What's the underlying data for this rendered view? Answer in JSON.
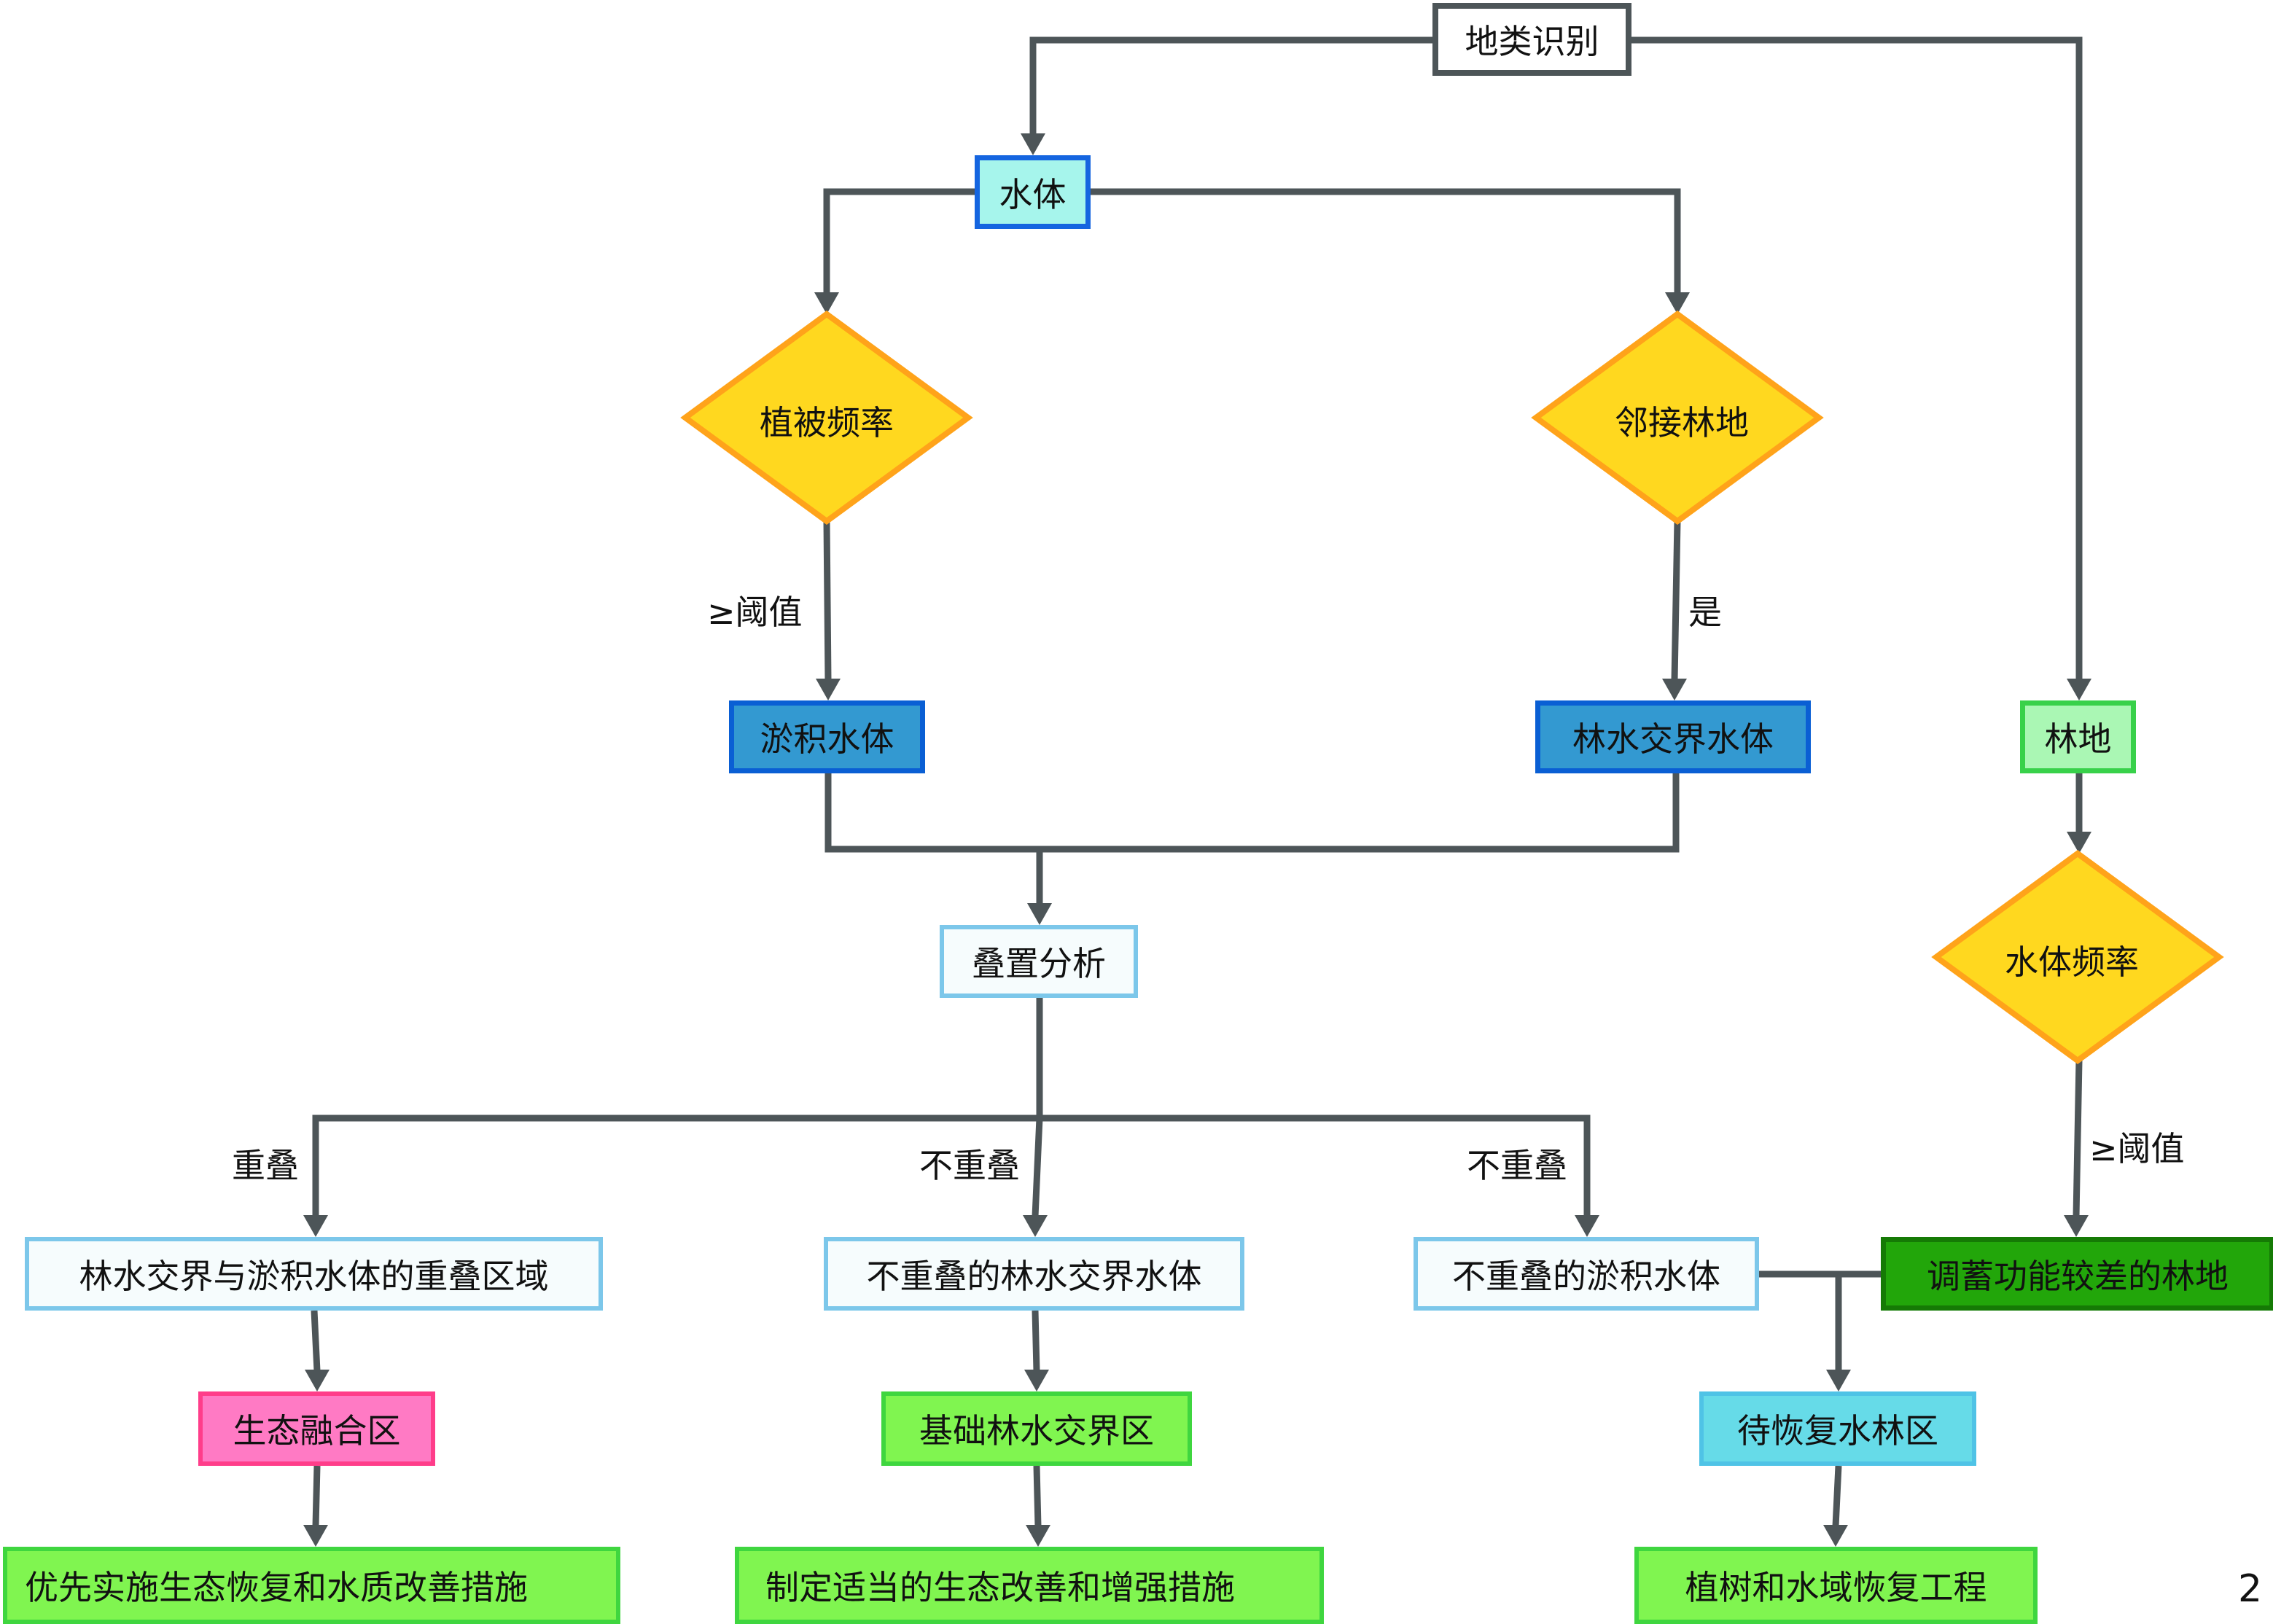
{
  "diagram": {
    "nodes": {
      "land_identification": {
        "label": "地类识别",
        "fill": "#ffffff",
        "border": "#4d5558"
      },
      "water_body": {
        "label": "水体",
        "fill": "#a6f5ec",
        "border": "#1565e0"
      },
      "vegetation_frequency": {
        "label": "植被频率",
        "fill": "#ffd81f",
        "border": "#ffa31a"
      },
      "adjacent_forest": {
        "label": "邻接林地",
        "fill": "#ffd81f",
        "border": "#ffa31a"
      },
      "silted_water": {
        "label": "淤积水体",
        "fill": "#3399d1",
        "border": "#0a5fd4"
      },
      "forest_water_boundary_water": {
        "label": "林水交界水体",
        "fill": "#3399d1",
        "border": "#0a5fd4"
      },
      "forest_land": {
        "label": "林地",
        "fill": "#aaf7b4",
        "border": "#38d14a"
      },
      "water_frequency": {
        "label": "水体频率",
        "fill": "#ffd81f",
        "border": "#ffa31a"
      },
      "overlay_analysis": {
        "label": "叠置分析",
        "fill": "#f6fcfd",
        "border": "#7cc7ea"
      },
      "overlap_region": {
        "label": "林水交界与淤积水体的重叠区域",
        "fill": "#f6fcfd",
        "border": "#7cc7ea"
      },
      "non_overlap_boundary_water": {
        "label": "不重叠的林水交界水体",
        "fill": "#f6fcfd",
        "border": "#7cc7ea"
      },
      "non_overlap_silted_water": {
        "label": "不重叠的淤积水体",
        "fill": "#f6fcfd",
        "border": "#7cc7ea"
      },
      "poor_regulation_forest": {
        "label": "调蓄功能较差的林地",
        "fill": "#22a60a",
        "border": "#157a05"
      },
      "ecological_fusion_zone": {
        "label": "生态融合区",
        "fill": "#ff7ac4",
        "border": "#ff3d8a"
      },
      "basic_boundary_zone": {
        "label": "基础林水交界区",
        "fill": "#80f550",
        "border": "#3fd63f"
      },
      "to_restore_zone": {
        "label": "待恢复水林区",
        "fill": "#66dbe8",
        "border": "#4fc3e6"
      },
      "priority_measures": {
        "label": "优先实施生态恢复和水质改善措施",
        "fill": "#80f550",
        "border": "#3fd63f"
      },
      "appropriate_measures": {
        "label": "制定适当的生态改善和增强措施",
        "fill": "#80f550",
        "border": "#3fd63f"
      },
      "restoration_project": {
        "label": "植树和水域恢复工程",
        "fill": "#80f550",
        "border": "#3fd63f"
      }
    },
    "edge_labels": {
      "veg_threshold": "≥阈值",
      "adjacent_yes": "是",
      "water_threshold": "≥阈值",
      "overlap": "重叠",
      "non_overlap_1": "不重叠",
      "non_overlap_2": "不重叠"
    },
    "edges": [
      [
        "land_identification",
        "water_body"
      ],
      [
        "land_identification",
        "forest_land"
      ],
      [
        "water_body",
        "vegetation_frequency"
      ],
      [
        "water_body",
        "adjacent_forest"
      ],
      [
        "vegetation_frequency",
        "silted_water",
        "veg_threshold"
      ],
      [
        "adjacent_forest",
        "forest_water_boundary_water",
        "adjacent_yes"
      ],
      [
        "silted_water",
        "overlay_analysis"
      ],
      [
        "forest_water_boundary_water",
        "overlay_analysis"
      ],
      [
        "forest_land",
        "water_frequency"
      ],
      [
        "water_frequency",
        "poor_regulation_forest",
        "water_threshold"
      ],
      [
        "overlay_analysis",
        "overlap_region",
        "overlap"
      ],
      [
        "overlay_analysis",
        "non_overlap_boundary_water",
        "non_overlap_1"
      ],
      [
        "overlay_analysis",
        "non_overlap_silted_water",
        "non_overlap_2"
      ],
      [
        "overlap_region",
        "ecological_fusion_zone"
      ],
      [
        "non_overlap_boundary_water",
        "basic_boundary_zone"
      ],
      [
        "non_overlap_silted_water",
        "to_restore_zone"
      ],
      [
        "poor_regulation_forest",
        "to_restore_zone"
      ],
      [
        "ecological_fusion_zone",
        "priority_measures"
      ],
      [
        "basic_boundary_zone",
        "appropriate_measures"
      ],
      [
        "to_restore_zone",
        "restoration_project"
      ]
    ],
    "edge_color": "#4d5558",
    "page_number": "2"
  }
}
